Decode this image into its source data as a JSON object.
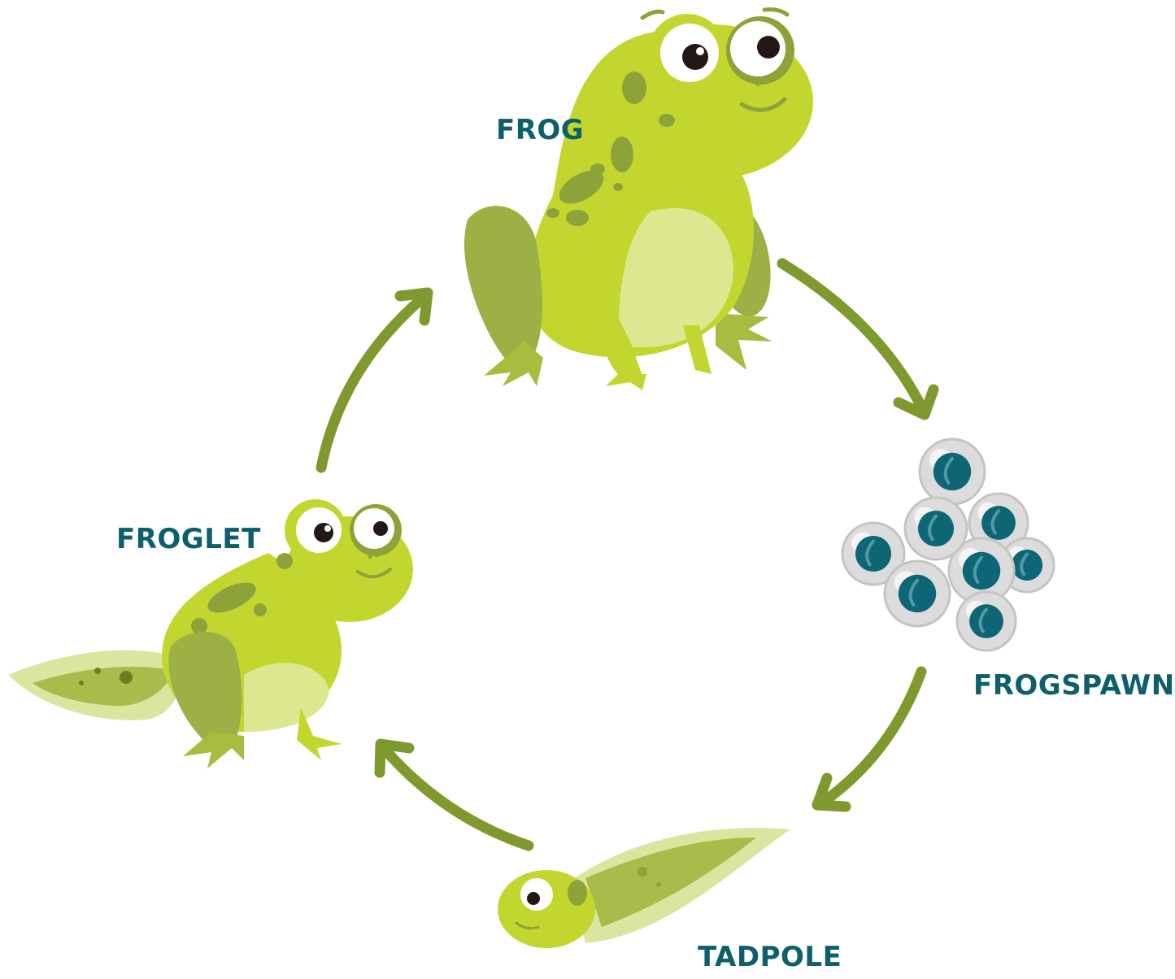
{
  "stages": {
    "frog": {
      "label": "FROG"
    },
    "frogspawn": {
      "label": "FROGSPAWN"
    },
    "tadpole": {
      "label": "TADPOLE"
    },
    "froglet": {
      "label": "FROGLET"
    }
  },
  "colors": {
    "label": "#0d5f6b",
    "arrow": "#7e9a2e",
    "frog_body": "#c3d62f",
    "frog_belly": "#dde78f",
    "frog_dark": "#8ea23a",
    "frog_leg": "#9db046",
    "egg_white": "#dcdcdc",
    "egg_core": "#0e6575",
    "tail": "#d6e395"
  }
}
